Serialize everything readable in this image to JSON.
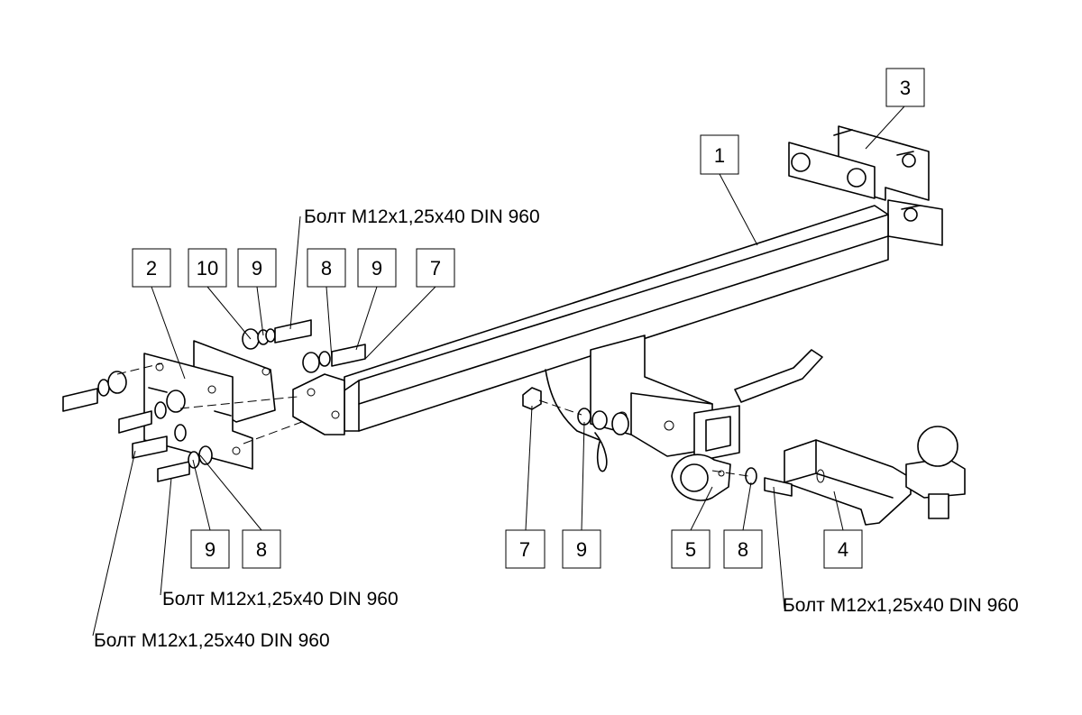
{
  "callouts": [
    {
      "id": "c3",
      "text": "3"
    },
    {
      "id": "c1",
      "text": "1"
    },
    {
      "id": "c2",
      "text": "2"
    },
    {
      "id": "c10",
      "text": "10"
    },
    {
      "id": "c9a",
      "text": "9"
    },
    {
      "id": "c8a",
      "text": "8"
    },
    {
      "id": "c9b",
      "text": "9"
    },
    {
      "id": "c7a",
      "text": "7"
    },
    {
      "id": "c9c",
      "text": "9"
    },
    {
      "id": "c8b",
      "text": "8"
    },
    {
      "id": "c7b",
      "text": "7"
    },
    {
      "id": "c9d",
      "text": "9"
    },
    {
      "id": "c5",
      "text": "5"
    },
    {
      "id": "c8c",
      "text": "8"
    },
    {
      "id": "c4",
      "text": "4"
    }
  ],
  "labels": {
    "bolt_top": "Болт M12x1,25x40 DIN 960",
    "bolt_left_mid": "Болт M12x1,25x40 DIN 960",
    "bolt_left_low": "Болт M12x1,25x40 DIN 960",
    "bolt_right": "Болт M12x1,25x40 DIN 960"
  }
}
